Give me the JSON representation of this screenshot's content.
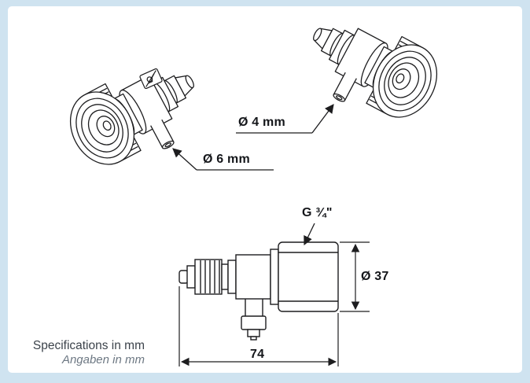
{
  "canvas": {
    "frame_color": "#cfe3f0",
    "panel_color": "#ffffff",
    "line_color": "#1d1d1f"
  },
  "callouts": {
    "dia6": {
      "label": "Ø 6 mm"
    },
    "dia4": {
      "label": "Ø 4 mm"
    },
    "thread": {
      "label": "G ¾\""
    },
    "dia37": {
      "label": "Ø 37"
    },
    "length": {
      "label": "74"
    }
  },
  "footer": {
    "line1": "Specifications in mm",
    "line2": "Angaben in mm"
  },
  "icons": {
    "warning_badge": "no-lubricant-icon"
  }
}
